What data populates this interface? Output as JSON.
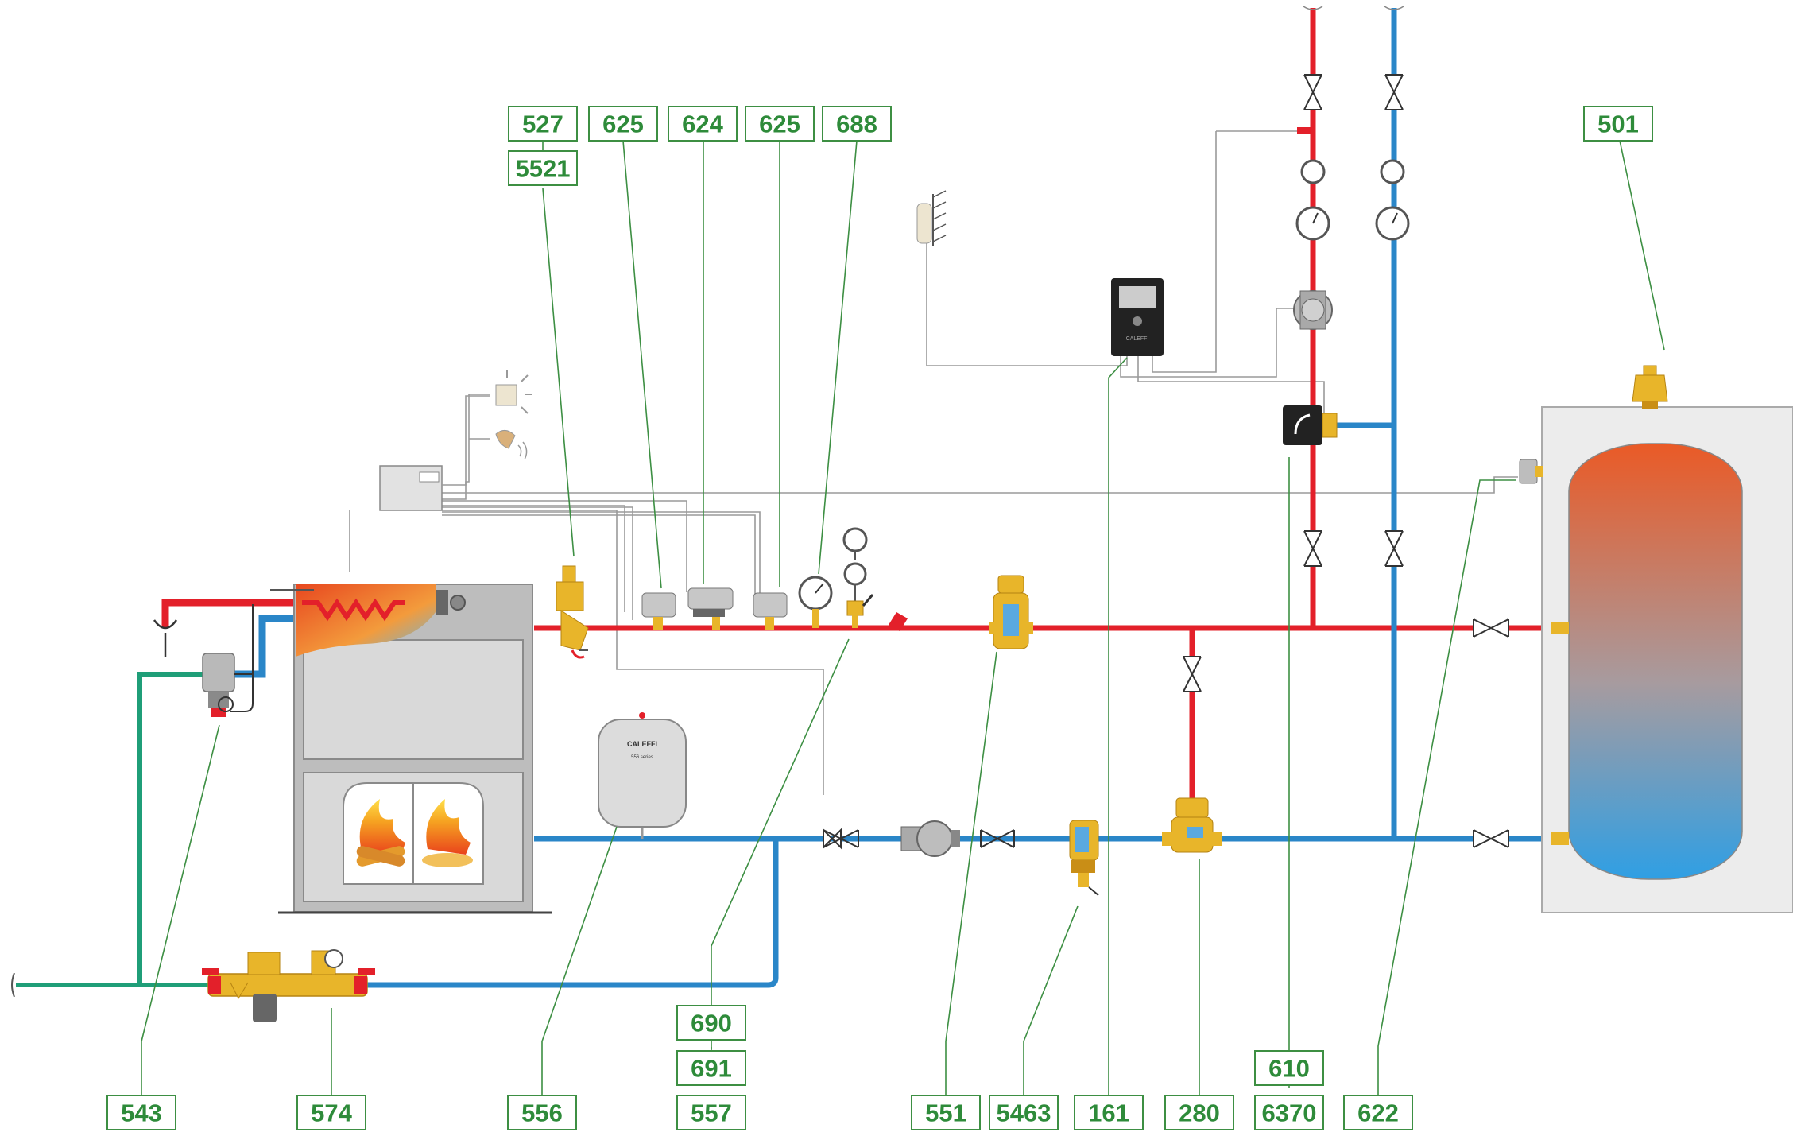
{
  "labels": {
    "l527": "527",
    "l5521": "5521",
    "l625a": "625",
    "l624": "624",
    "l625b": "625",
    "l688": "688",
    "l501": "501",
    "l690": "690",
    "l691": "691",
    "l557": "557",
    "l610": "610",
    "l6370": "6370",
    "l543": "543",
    "l574": "574",
    "l556": "556",
    "l551": "551",
    "l5463": "5463",
    "l161": "161",
    "l280": "280",
    "l622": "622"
  },
  "device_text": {
    "vessel_brand": "CALEFFI",
    "vessel_series": "556 series",
    "controller_brand": "CALEFFI"
  },
  "colors": {
    "flow_pipe": "#e3202a",
    "return_pipe": "#2a86c8",
    "cold_water_pipe": "#1f9e78",
    "label_green": "#2e8b3a",
    "brass": "#e8b52a"
  }
}
